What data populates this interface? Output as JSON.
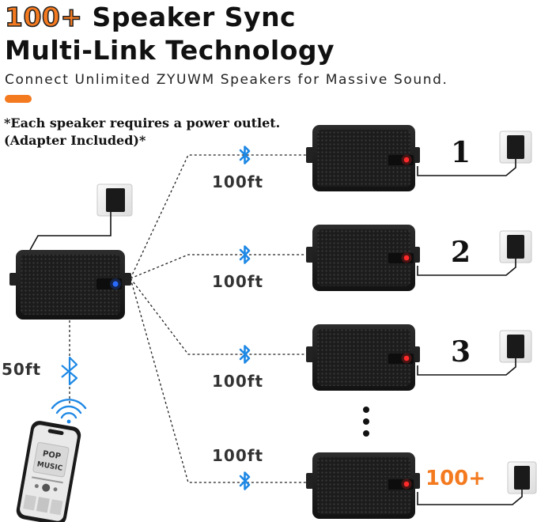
{
  "header": {
    "title_accent": "100+",
    "title_line1_rest": "Speaker Sync",
    "title_line2": "Multi-Link Technology",
    "subtitle": "Connect Unlimited ZYUWM Speakers for Massive Sound."
  },
  "note": {
    "line1": "*Each speaker requires a power outlet.",
    "line2": "(Adapter Included)*"
  },
  "links": {
    "distance_label": "100ft",
    "phone_distance_label": "50ft"
  },
  "speakers": [
    {
      "label": "1"
    },
    {
      "label": "2"
    },
    {
      "label": "3"
    },
    {
      "label": "100+"
    }
  ],
  "phone": {
    "album_text_top": "POP",
    "album_text_bottom": "MUSIC"
  },
  "colors": {
    "accent": "#f47a20",
    "bluetooth": "#1e88e5",
    "speaker_body": "#1c1c1c",
    "red_led": "#ff2a2a",
    "blue_led": "#2a6bff"
  }
}
